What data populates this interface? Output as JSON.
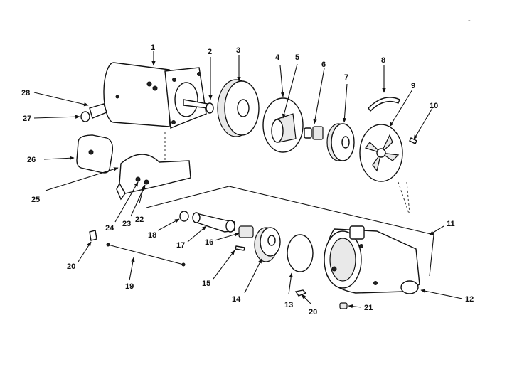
{
  "corner_mark": "-",
  "part_numbers": [
    "1",
    "2",
    "3",
    "4",
    "5",
    "6",
    "7",
    "8",
    "9",
    "10",
    "11",
    "12",
    "13",
    "14",
    "15",
    "16",
    "17",
    "18",
    "19",
    "20",
    "21",
    "22",
    "23",
    "24",
    "25",
    "26",
    "27",
    "28",
    "20"
  ]
}
